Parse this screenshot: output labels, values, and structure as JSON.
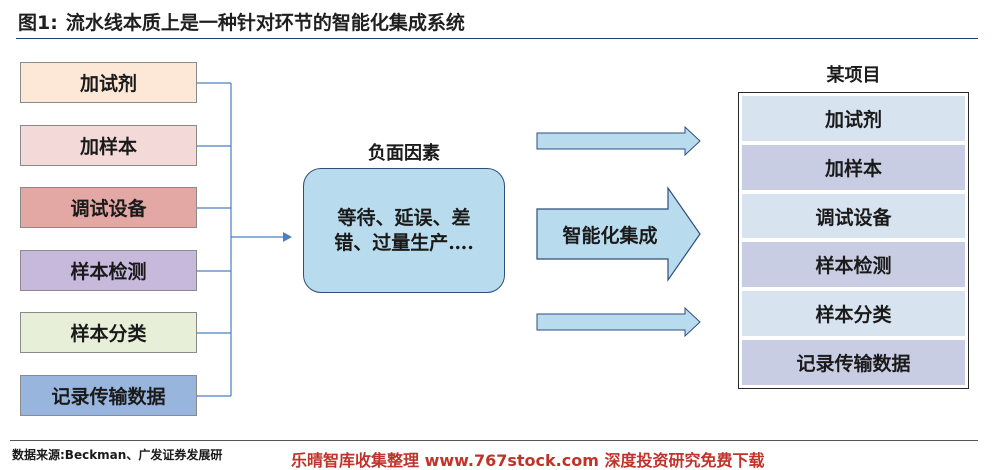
{
  "figure": {
    "number": "图1:",
    "title": "流水线本质上是一种针对环节的智能化集成系统"
  },
  "left_steps": [
    {
      "label": "加试剂",
      "color": "#fde8d8"
    },
    {
      "label": "加样本",
      "color": "#f4d9d9"
    },
    {
      "label": "调试设备",
      "color": "#e3a7a4"
    },
    {
      "label": "样本检测",
      "color": "#c7b9dc"
    },
    {
      "label": "样本分类",
      "color": "#e8efd9"
    },
    {
      "label": "记录传输数据",
      "color": "#98b5de"
    }
  ],
  "negative_factors": {
    "heading": "负面因素",
    "content": "等待、延误、差错、过量生产…."
  },
  "integration_arrow": {
    "label": "智能化集成",
    "fill": "#b8dced"
  },
  "project": {
    "heading": "某项目",
    "items": [
      {
        "label": "加试剂",
        "color": "#d8e3f0"
      },
      {
        "label": "加样本",
        "color": "#c9cde3"
      },
      {
        "label": "调试设备",
        "color": "#d8e3f0"
      },
      {
        "label": "样本检测",
        "color": "#c9cde3"
      },
      {
        "label": "样本分类",
        "color": "#d8e3f0"
      },
      {
        "label": "记录传输数据",
        "color": "#c9cde3"
      }
    ]
  },
  "source": "数据来源:Beckman、广发证券发展研",
  "watermark": "乐晴智库收集整理 www.767stock.com 深度投资研究免费下载",
  "colors": {
    "wire": "#4a7fc1",
    "title_rule": "#1f3f7a"
  }
}
